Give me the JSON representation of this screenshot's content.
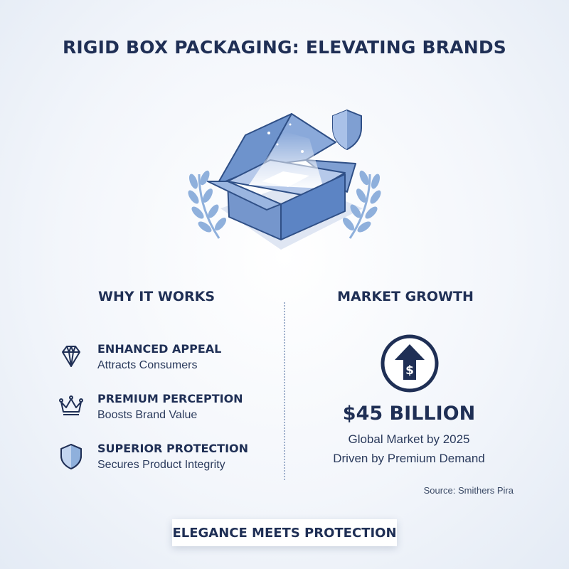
{
  "title": "RIGID BOX PACKAGING: ELEVATING BRANDS",
  "hero": {
    "icons": [
      "open-box-icon",
      "shield-icon",
      "laurel-icon"
    ]
  },
  "why": {
    "heading": "WHY IT WORKS",
    "features": [
      {
        "icon": "diamond-icon",
        "title": "ENHANCED APPEAL",
        "subtitle": "Attracts Consumers"
      },
      {
        "icon": "crown-icon",
        "title": "PREMIUM PERCEPTION",
        "subtitle": "Boosts Brand Value"
      },
      {
        "icon": "shield-icon",
        "title": "SUPERIOR PROTECTION",
        "subtitle": "Secures Product Integrity"
      }
    ]
  },
  "growth": {
    "heading": "MARKET GROWTH",
    "icon": "dollar-up-arrow-icon",
    "amount": "$45 BILLION",
    "line1": "Global Market by 2025",
    "line2": "Driven by Premium Demand"
  },
  "source": "Source: Smithers Pira",
  "tagline": "ELEGANCE MEETS PROTECTION",
  "colors": {
    "navy": "#1f2f55",
    "box_blue": "#7f9fd2",
    "accent_blue": "#5c84c4"
  }
}
